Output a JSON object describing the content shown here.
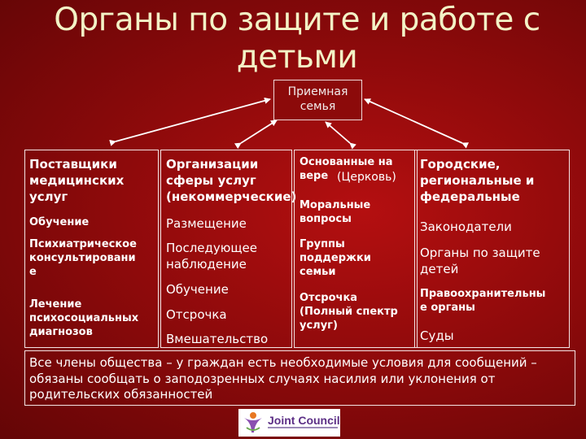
{
  "title": "Органы по защите и работе с детьми",
  "root": {
    "label": "Приемная\nсемья"
  },
  "columns": [
    {
      "items": [
        "Поставщики\nмедицинских\nуслуг",
        "Обучение",
        "Психиатрическое\nконсультировани\nе",
        "Лечение\nпсихосоциальных\nдиагнозов"
      ]
    },
    {
      "items": [
        "Организации\nсферы услуг\n(некоммерческие)",
        "Размещение",
        "Последующее\nнаблюдение",
        "Обучение",
        "Отсрочка",
        "Вмешательство"
      ]
    },
    {
      "items": [
        "Основанные на\nвере",
        "(Церковь)",
        "Моральные\nвопросы",
        "Группы\nподдержки\nсемьи",
        "Отсрочка\n(Полный спектр\nуслуг)"
      ]
    },
    {
      "items": [
        "Городские,\nрегиональные и\nфедеральные",
        "Законодатели",
        "Органы по защите\nдетей",
        "Правоохранительны\nе органы",
        "Суды"
      ]
    }
  ],
  "footer_text": "Все члены общества – у граждан есть необходимые условия для сообщений – обязаны сообщать о заподозренных случаях насилия или уклонения от родительских обязанностей",
  "logo": {
    "text": "Joint Council",
    "icon": "person-figure-icon"
  },
  "colors": {
    "background": "#9e0c0d",
    "title": "#f3f3c6",
    "text": "#ffffff",
    "border": "#f4e4e4",
    "logo_text": "#5c2f86"
  }
}
